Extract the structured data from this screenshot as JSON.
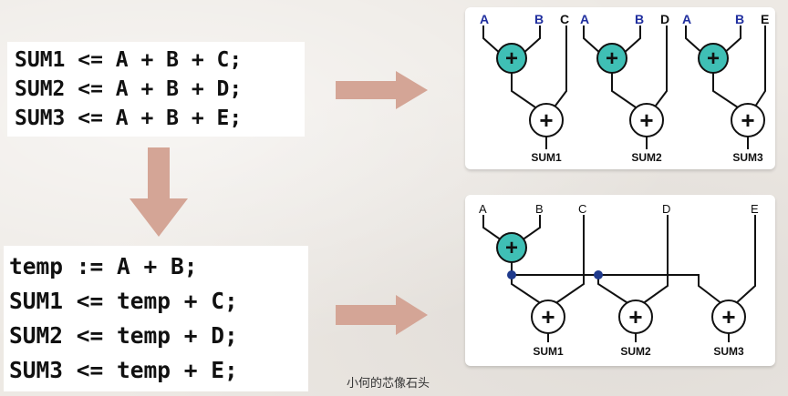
{
  "code_top": {
    "lines": [
      "SUM1 <= A + B + C;",
      "SUM2 <= A + B + D;",
      "SUM3 <= A + B + E;"
    ]
  },
  "code_bottom": {
    "lines": [
      "temp := A + B;",
      "SUM1 <= temp + C;",
      "SUM2 <= temp + D;",
      "SUM3 <= temp + E;"
    ]
  },
  "diagram_top": {
    "inputs": [
      "A",
      "B",
      "C",
      "A",
      "B",
      "D",
      "A",
      "B",
      "E"
    ],
    "outputs": [
      "SUM1",
      "SUM2",
      "SUM3"
    ],
    "adder_symbol": "+"
  },
  "diagram_bottom": {
    "inputs": [
      "A",
      "B",
      "C",
      "D",
      "E"
    ],
    "outputs": [
      "SUM1",
      "SUM2",
      "SUM3"
    ],
    "adder_symbol": "+"
  },
  "watermark": "小何的芯像石头",
  "colors": {
    "arrow": "#d4a596",
    "shared_adder_fill": "#3fbfb5",
    "node_dot": "#1f3a8c",
    "input_label_blue": "#1f2e9e"
  }
}
